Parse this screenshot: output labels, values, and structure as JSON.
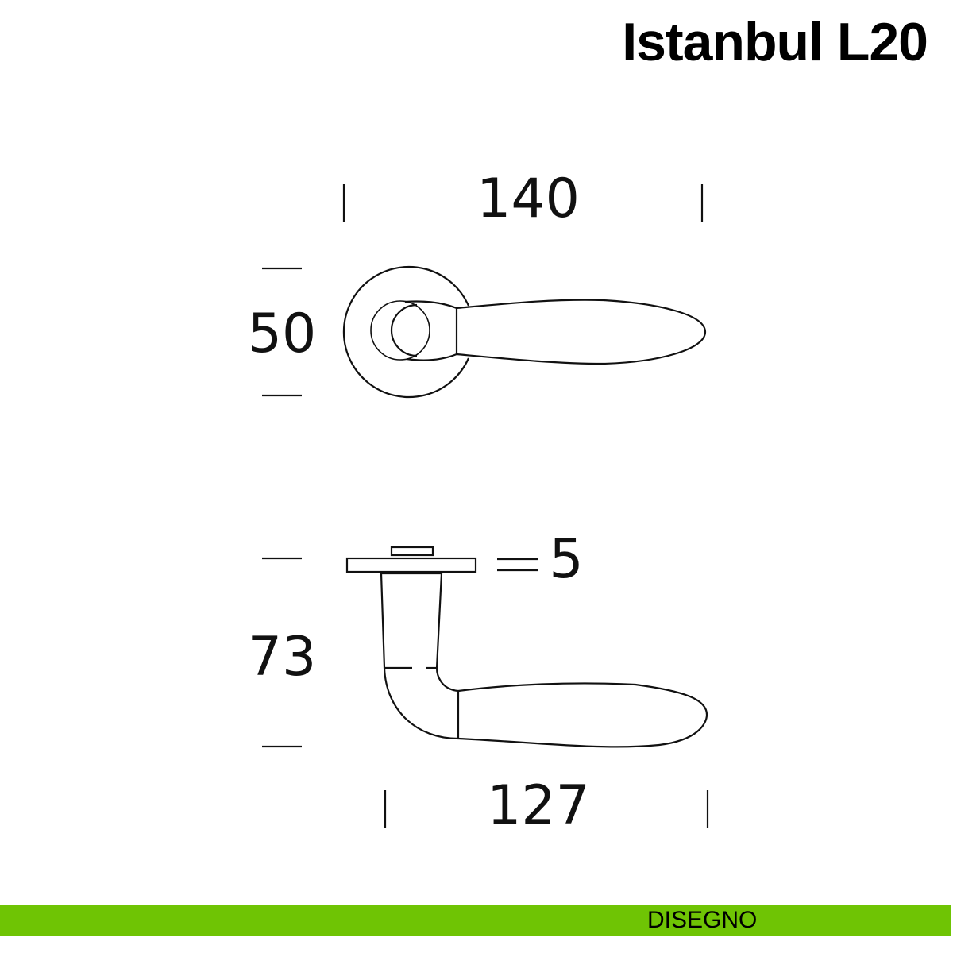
{
  "title": "Istanbul L20",
  "dimensions": {
    "top_width": "140",
    "rose_diameter": "50",
    "rose_thickness": "5",
    "projection": "73",
    "lever_length": "127"
  },
  "footer": {
    "label": "DISEGNO",
    "color": "#6fc404"
  }
}
